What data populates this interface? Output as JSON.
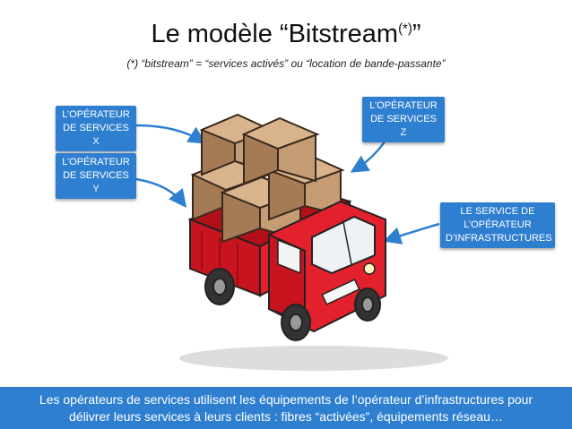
{
  "title": {
    "main": "Le modèle “Bitstream",
    "superscript": "(*)",
    "closing": "”"
  },
  "subtitle": "(*) “bitstream” = “services activés” ou “location de bande-passante”",
  "labels": {
    "operator_x": [
      "L’OPÉRATEUR",
      "DE SERVICES X"
    ],
    "operator_y": [
      "L’OPÉRATEUR",
      "DE SERVICES Y"
    ],
    "operator_z": [
      "L’OPÉRATEUR",
      "DE SERVICES Z"
    ],
    "infrastructure": [
      "LE SERVICE DE",
      "L’OPÉRATEUR",
      "D’INFRASTRUCTURES"
    ]
  },
  "footer": [
    "Les opérateurs de services utilisent les équipements de l’opérateur d’infrastructures pour",
    "délivrer leurs services à leurs clients : fibres “activées”, équipements réseau…"
  ],
  "colors": {
    "label_bg": "#2f7fd1",
    "truck_red": "#e3212c",
    "box_brown": "#b98f6a"
  }
}
